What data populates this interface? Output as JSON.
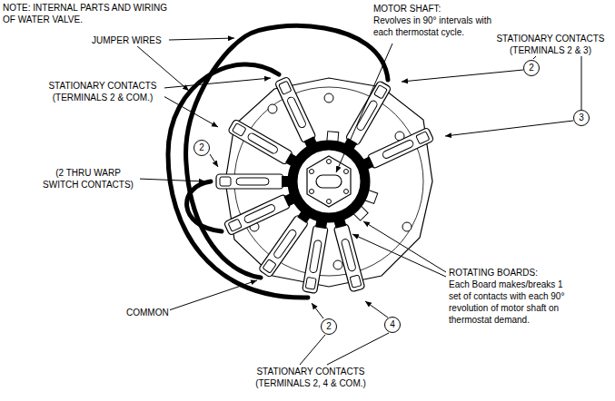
{
  "diagram": {
    "nodes": [
      {
        "text": [
          "2"
        ]
      },
      {
        "text": [
          "3"
        ]
      },
      {
        "text": [
          "2"
        ]
      },
      {
        "text": [
          "2"
        ]
      },
      {
        "text": [
          "4"
        ]
      }
    ],
    "labels": [
      "NOTE: INTERNAL PARTS AND WIRING OF WATER VALVE.",
      "JUMPER WIRES",
      "MOTOR SHAFT:",
      "Revolves in 90° intervals with each thermostat cycle.",
      "STATIONARY CONTACTS (TERMINALS 2 & 3)",
      "STATIONARY CONTACTS (TERMINALS 2 & COM.)",
      "(2 THRU WARP SWITCH CONTACTS)",
      "ROTATING BOARDS:",
      "Each Board makes/breaks 1 set of contacts with each 90° revolution of motor shaft on thermostat demand.",
      "COMMON",
      "STATIONARY CONTACTS (TERMINALS 2, 4 & COM.)"
    ]
  }
}
